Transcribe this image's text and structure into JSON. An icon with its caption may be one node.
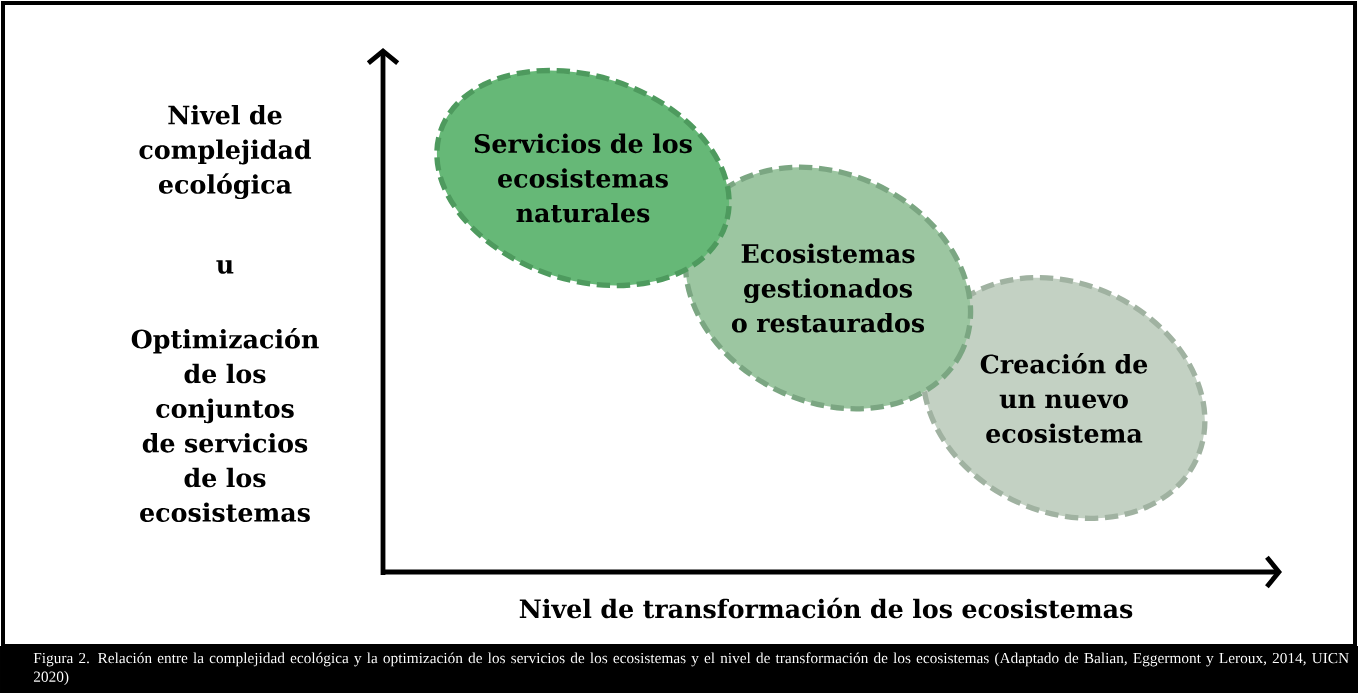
{
  "diagram": {
    "caption": "Figura 2. Relación entre la complejidad ecológica y la optimización de los servicios de los ecosistemas y el nivel de transformación de los ecosistemas (Adaptado de Balian, Eggermont y Leroux, 2014, UICN 2020)",
    "nodes": [
      {
        "text": [
          "Servicios de los ecosistemas naturales"
        ]
      },
      {
        "text": [
          "Ecosistemas gestionados o restaurados"
        ]
      },
      {
        "text": [
          "Creación de un nuevo ecosistema"
        ]
      }
    ],
    "labels": [
      "Nivel de complejidad ecológica",
      "u",
      "Optimización de los conjuntos de servicios de los ecosistemas",
      "Nivel de transformación de los ecosistemas"
    ]
  }
}
